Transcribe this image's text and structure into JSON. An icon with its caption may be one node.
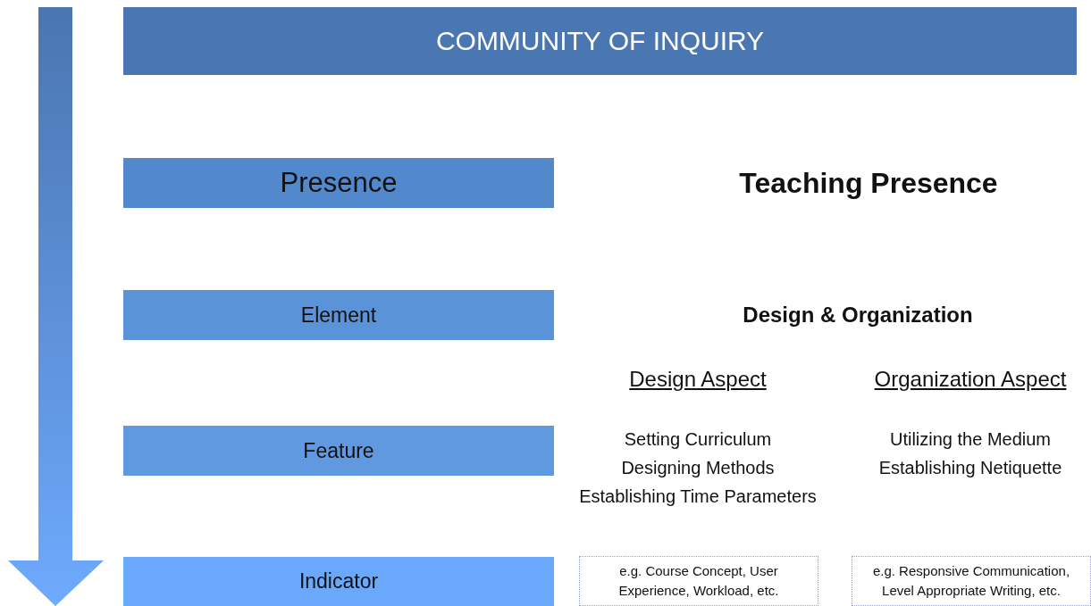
{
  "diagram": {
    "nodes": [
      {
        "text": [
          "COMMUNITY OF INQUIRY"
        ]
      },
      {
        "text": [
          "Presence"
        ]
      },
      {
        "text": [
          "Element"
        ]
      },
      {
        "text": [
          "Feature"
        ]
      },
      {
        "text": [
          "Indicator"
        ]
      },
      {
        "text": [
          "e.g. Course Concept, User Experience, Workload, etc."
        ]
      },
      {
        "text": [
          "e.g. Responsive Communication, Level Appropriate Writing, etc."
        ]
      }
    ],
    "edges": [],
    "labels": [
      "Teaching Presence",
      "Design & Organization",
      "Design Aspect",
      "Organization Aspect",
      "Setting Curriculum",
      "Utilizing the Medium",
      "Designing Methods",
      "Establishing Netiquette",
      "Establishing Time Parameters"
    ]
  }
}
